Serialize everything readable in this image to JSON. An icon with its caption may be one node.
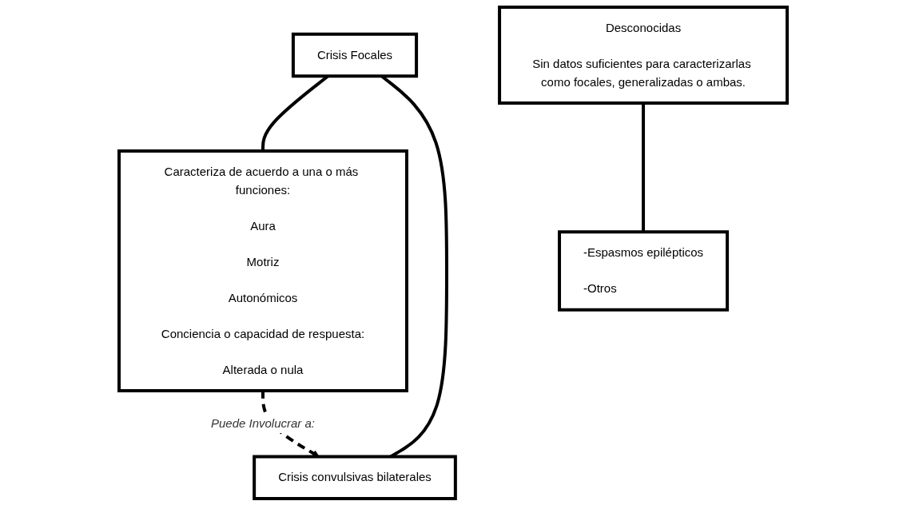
{
  "diagram": {
    "nodes": [
      {
        "text": [
          "Crisis Focales"
        ]
      },
      {
        "text": [
          "Caracteriza de acuerdo a una o más funciones:",
          "Aura",
          "Motriz",
          "Autonómicos",
          "Conciencia o capacidad de respuesta:",
          "Alterada o nula"
        ]
      },
      {
        "text": [
          "Crisis convulsivas bilaterales"
        ]
      },
      {
        "text": [
          "Desconocidas",
          "Sin datos suficientes para caracterizarlas como focales, generalizadas o ambas."
        ]
      },
      {
        "text": [
          "-Espasmos epilépticos",
          "-Otros"
        ]
      }
    ],
    "edges": [
      {
        "from": 0,
        "to": 1,
        "arrow": "none"
      },
      {
        "from": 1,
        "to": 2,
        "arrow": "to",
        "style": "dashed",
        "label": "Puede Involucrar  a:"
      },
      {
        "from": 0,
        "to": 2,
        "arrow": "none"
      },
      {
        "from": 3,
        "to": 4,
        "arrow": "none"
      }
    ]
  }
}
